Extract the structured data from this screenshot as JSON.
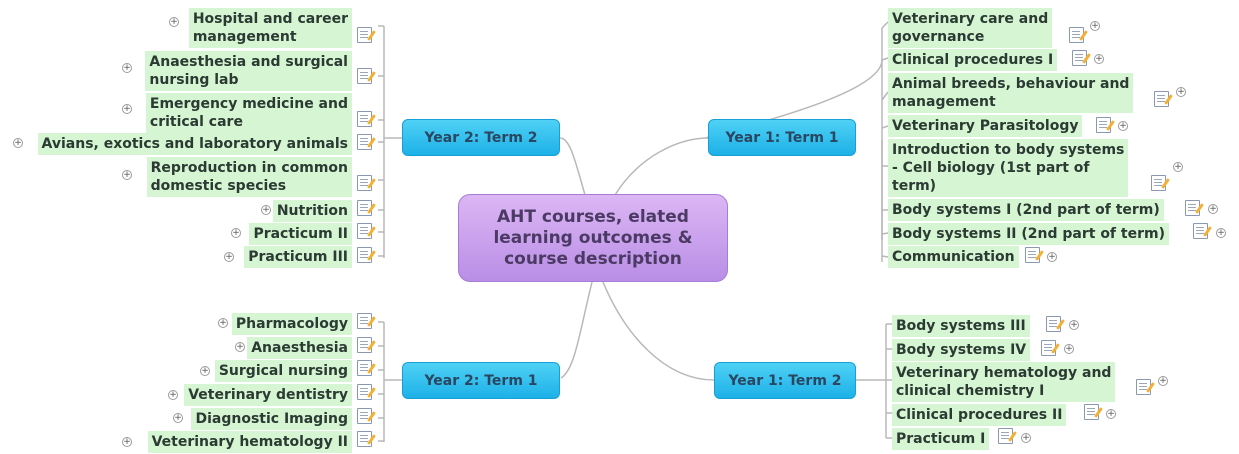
{
  "central_topic": "AHT courses, elated\nlearning outcomes &\ncourse description",
  "branches": {
    "y1t1": {
      "label": "Year 1: Term 1",
      "items": [
        "Veterinary care and\ngovernance",
        "Clinical procedures I",
        "Animal breeds, behaviour and\nmanagement",
        "Veterinary Parasitology",
        "Introduction to body systems\n- Cell biology (1st part of\nterm)",
        "Body systems I (2nd part of term)",
        "Body systems II (2nd part of term)",
        "Communication"
      ]
    },
    "y1t2": {
      "label": "Year 1: Term 2",
      "items": [
        "Body systems III",
        "Body systems IV",
        "Veterinary hematology and\nclinical chemistry I",
        "Clinical procedures II",
        "Practicum I"
      ]
    },
    "y2t2": {
      "label": "Year 2: Term 2",
      "items": [
        "Hospital and career\nmanagement",
        "Anaesthesia and surgical\nnursing lab",
        "Emergency medicine and\ncritical care",
        "Avians, exotics and laboratory animals",
        "Reproduction in common\ndomestic species",
        "Nutrition",
        "Practicum II",
        "Practicum III"
      ]
    },
    "y2t1": {
      "label": "Year 2: Term 1",
      "items": [
        "Pharmacology",
        "Anaesthesia",
        "Surgical nursing",
        "Veterinary dentistry",
        "Diagnostic Imaging",
        "Veterinary hematology II"
      ]
    }
  },
  "icons": {
    "note": "note-icon",
    "expand": "plus-icon"
  },
  "colors": {
    "central": "#c9a2ef",
    "term": "#2ec0ee",
    "item_bg": "#d6f5d2",
    "connector": "#b8b8b8"
  }
}
